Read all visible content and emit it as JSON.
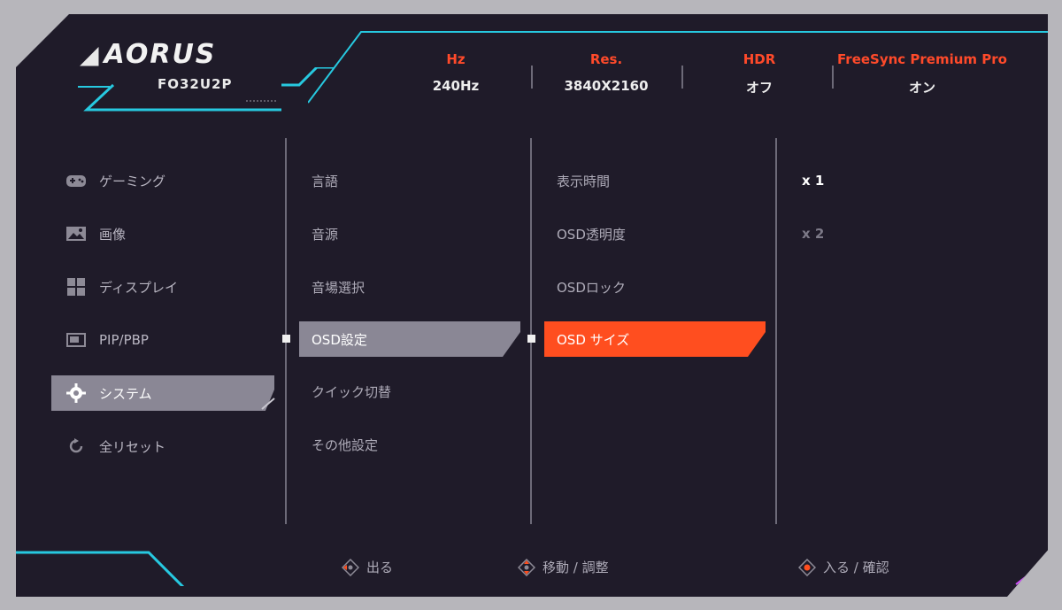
{
  "header": {
    "brand": "AORUS",
    "model": "FO32U2P",
    "stats": [
      {
        "label": "Hz",
        "value": "240Hz"
      },
      {
        "label": "Res.",
        "value": "3840X2160"
      },
      {
        "label": "HDR",
        "value": "オフ"
      },
      {
        "label": "FreeSync Premium Pro",
        "value": "オン"
      }
    ]
  },
  "sidebar": {
    "items": [
      {
        "label": "ゲーミング",
        "icon": "gamepad-icon"
      },
      {
        "label": "画像",
        "icon": "picture-icon"
      },
      {
        "label": "ディスプレイ",
        "icon": "grid-display-icon"
      },
      {
        "label": "PIP/PBP",
        "icon": "pip-icon"
      },
      {
        "label": "システム",
        "icon": "gear-icon",
        "selected": true
      },
      {
        "label": "全リセット",
        "icon": "reset-icon"
      }
    ]
  },
  "column2": {
    "items": [
      "言語",
      "音源",
      "音場選択",
      "OSD設定",
      "クイック切替",
      "その他設定"
    ],
    "selected_index": 3
  },
  "column3": {
    "items": [
      "表示時間",
      "OSD透明度",
      "OSDロック",
      "OSD サイズ"
    ],
    "selected_index": 3
  },
  "column4": {
    "items": [
      "x 1",
      "x 2"
    ],
    "highlighted_index": 0
  },
  "footer": {
    "exit": "出る",
    "move": "移動 / 調整",
    "enter": "入る / 確認"
  },
  "colors": {
    "accent": "#ff4e1f",
    "cyan": "#27c9e0",
    "background": "#1f1b29"
  }
}
